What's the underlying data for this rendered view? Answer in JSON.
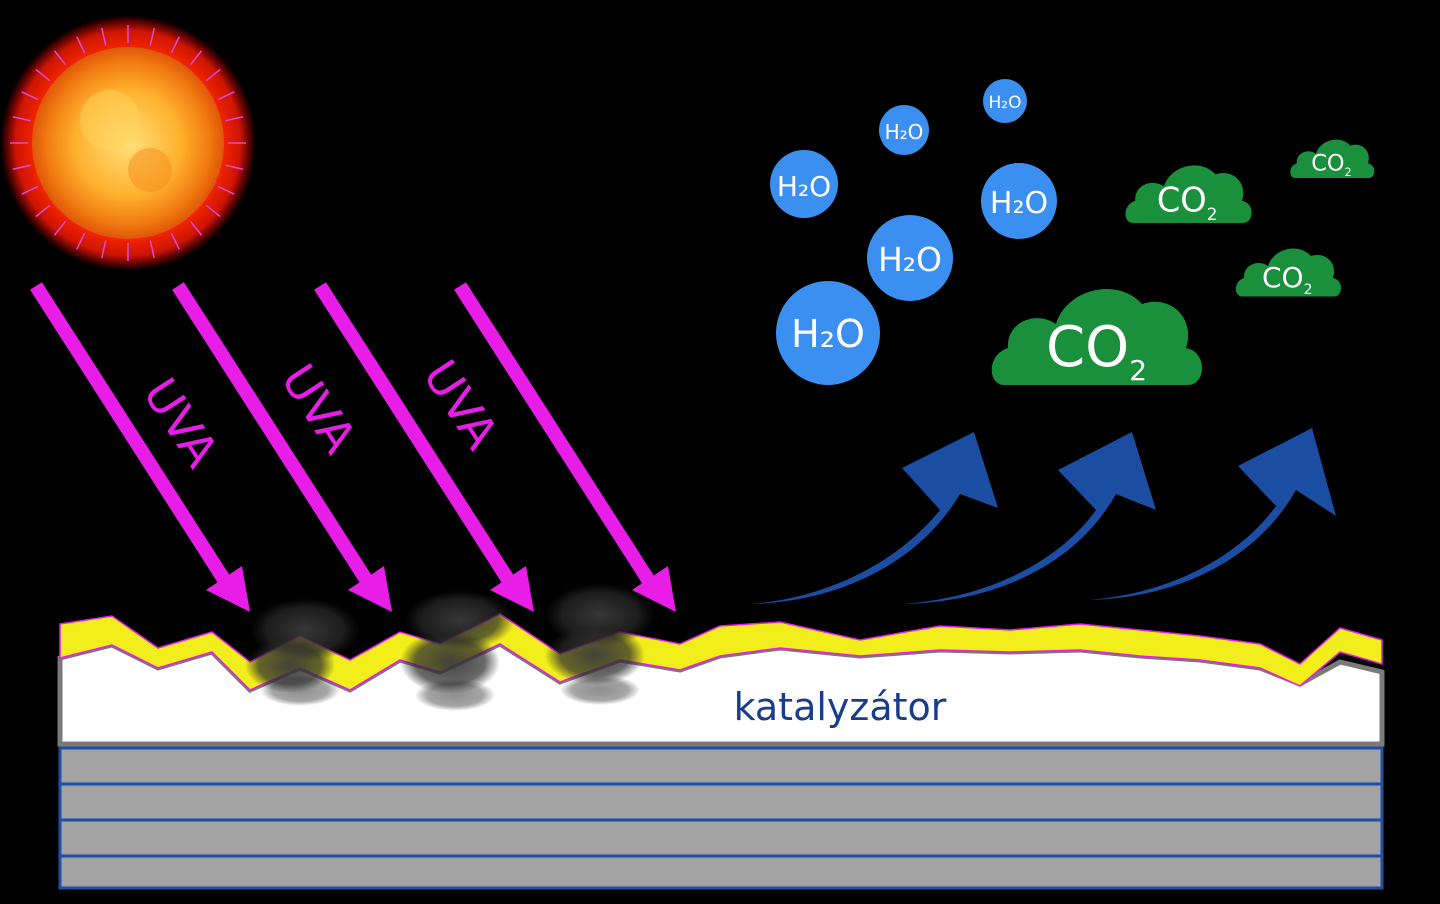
{
  "labels": {
    "uv": [
      "UVA",
      "UVA",
      "UVA"
    ],
    "catalyst": "katalyzátor"
  },
  "molecules": {
    "water": [
      "H₂O",
      "H₂O",
      "H₂O",
      "H₂O",
      "H₂O",
      "H₂O"
    ],
    "co2_main": "CO",
    "co2_sub": "2",
    "co2_count": 4
  },
  "colors": {
    "background": "#000000",
    "uv_arrow": "#e81ee8",
    "water_bubble": "#3b8ff0",
    "co2_cloud": "#1a8f3c",
    "flow_arrow": "#1b4ea3",
    "coating": "#f2ee1c",
    "catalyst_text": "#1a3c8c",
    "substrate": "#a3a3a3",
    "substrate_line": "#1f4fa5"
  },
  "icons": [
    "sun-icon",
    "uv-arrow-icon",
    "water-molecule-icon",
    "co2-cloud-icon",
    "upward-flow-arrow-icon",
    "dirt-particle-icon"
  ]
}
